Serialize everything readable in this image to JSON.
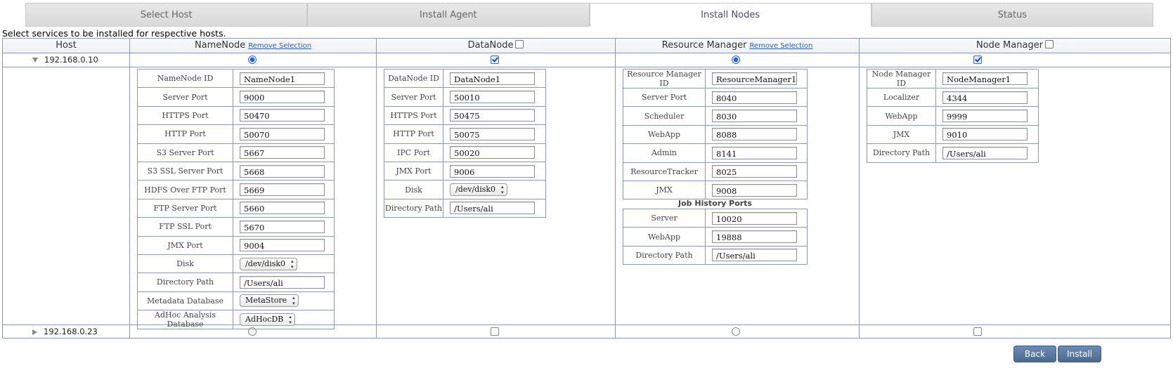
{
  "tabs": [
    "Select Host",
    "Install Agent",
    "Install Nodes",
    "Status"
  ],
  "active_tab": "Install Nodes",
  "instruction": "Select services to be installed for respective hosts.",
  "columns": {
    "host": "Host",
    "namenode": "NameNode",
    "datanode": "DataNode",
    "resourcemanager": "Resource Manager",
    "nodemanager": "Node Manager",
    "remove_selection": "Remove Selection"
  },
  "hosts": [
    {
      "ip": "192.168.0.10",
      "expanded": true,
      "namenode": true,
      "datanode": true,
      "resourcemanager": true,
      "nodemanager": true
    },
    {
      "ip": "192.168.0.23",
      "expanded": false,
      "namenode": false,
      "datanode": false,
      "resourcemanager": false,
      "nodemanager": false
    }
  ],
  "namenode": {
    "fields": [
      {
        "label": "NameNode ID",
        "value": "NameNode1",
        "type": "input"
      },
      {
        "label": "Server Port",
        "value": "9000",
        "type": "input"
      },
      {
        "label": "HTTPS Port",
        "value": "50470",
        "type": "input"
      },
      {
        "label": "HTTP Port",
        "value": "50070",
        "type": "input"
      },
      {
        "label": "S3 Server Port",
        "value": "5667",
        "type": "input"
      },
      {
        "label": "S3 SSL Server Port",
        "value": "5668",
        "type": "input"
      },
      {
        "label": "HDFS Over FTP Port",
        "value": "5669",
        "type": "input"
      },
      {
        "label": "FTP Server Port",
        "value": "5660",
        "type": "input"
      },
      {
        "label": "FTP SSL Port",
        "value": "5670",
        "type": "input"
      },
      {
        "label": "JMX Port",
        "value": "9004",
        "type": "input"
      },
      {
        "label": "Disk",
        "value": "/dev/disk0",
        "type": "select"
      },
      {
        "label": "Directory Path",
        "value": "/Users/ali",
        "type": "input"
      },
      {
        "label": "Metadata Database",
        "value": "MetaStore",
        "type": "select"
      },
      {
        "label": "AdHoc Analysis Database",
        "value": "AdHocDB",
        "type": "select"
      }
    ]
  },
  "datanode": {
    "fields": [
      {
        "label": "DataNode ID",
        "value": "DataNode1",
        "type": "input"
      },
      {
        "label": "Server Port",
        "value": "50010",
        "type": "input"
      },
      {
        "label": "HTTPS Port",
        "value": "50475",
        "type": "input"
      },
      {
        "label": "HTTP Port",
        "value": "50075",
        "type": "input"
      },
      {
        "label": "IPC Port",
        "value": "50020",
        "type": "input"
      },
      {
        "label": "JMX Port",
        "value": "9006",
        "type": "input"
      },
      {
        "label": "Disk",
        "value": "/dev/disk0",
        "type": "select"
      },
      {
        "label": "Directory Path",
        "value": "/Users/ali",
        "type": "input"
      }
    ]
  },
  "resourcemanager": {
    "fields": [
      {
        "label": "Resource Manager ID",
        "value": "ResourceManager1",
        "type": "input"
      },
      {
        "label": "Server Port",
        "value": "8040",
        "type": "input"
      },
      {
        "label": "Scheduler",
        "value": "8030",
        "type": "input"
      },
      {
        "label": "WebApp",
        "value": "8088",
        "type": "input"
      },
      {
        "label": "Admin",
        "value": "8141",
        "type": "input"
      },
      {
        "label": "ResourceTracker",
        "value": "8025",
        "type": "input"
      },
      {
        "label": "JMX",
        "value": "9008",
        "type": "input"
      }
    ],
    "job_history_title": "Job History Ports",
    "job_history": [
      {
        "label": "Server",
        "value": "10020",
        "type": "input"
      },
      {
        "label": "WebApp",
        "value": "19888",
        "type": "input"
      },
      {
        "label": "Directory Path",
        "value": "/Users/ali",
        "type": "input"
      }
    ]
  },
  "nodemanager": {
    "fields": [
      {
        "label": "Node Manager ID",
        "value": "NodeManager1",
        "type": "input"
      },
      {
        "label": "Localizer",
        "value": "4344",
        "type": "input"
      },
      {
        "label": "WebApp",
        "value": "9999",
        "type": "input"
      },
      {
        "label": "JMX",
        "value": "9010",
        "type": "input"
      },
      {
        "label": "Directory Path",
        "value": "/Users/ali",
        "type": "input"
      }
    ]
  },
  "buttons": {
    "back": "Back",
    "install": "Install"
  }
}
